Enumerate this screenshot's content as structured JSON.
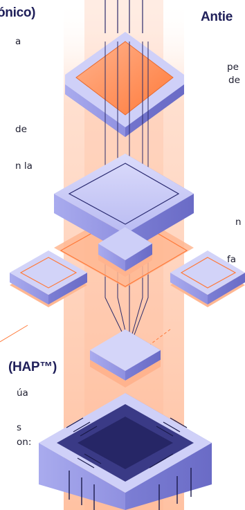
{
  "colors": {
    "heading": "#20205a",
    "body_text": "#1c1c2e",
    "accent_orange": "#ff8a4c",
    "lavender": "#c4c6f4",
    "navy": "#2a2a70"
  },
  "left_column": {
    "heading": "ónico)",
    "fragments": [
      "a",
      "de",
      "n la"
    ],
    "heading_2": "(HAP™)",
    "fragments_2": [
      "úa",
      "s",
      "on:"
    ]
  },
  "right_column": {
    "heading": "Antie",
    "fragments": [
      "pe",
      "de",
      "n",
      "fa"
    ]
  },
  "illustration": {
    "name": "isometric stacked chip layers",
    "icons": [
      "chip-icon"
    ]
  }
}
